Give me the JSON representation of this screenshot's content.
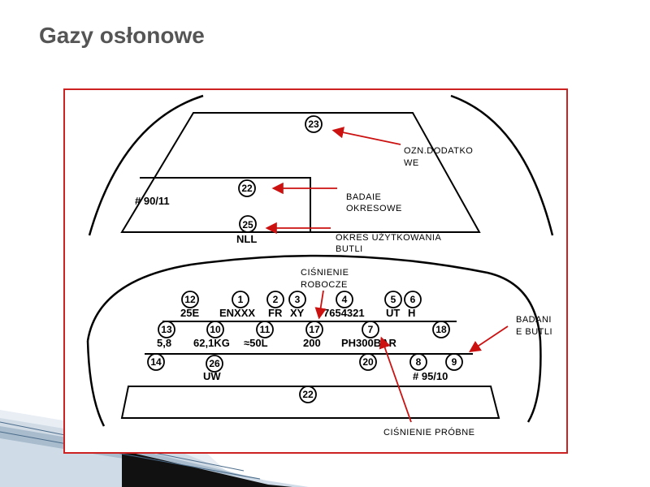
{
  "title": "Gazy osłonowe",
  "colors": {
    "frame": "#cc2222",
    "arrow": "#cc1111",
    "title": "#555555"
  },
  "upper_stamp": {
    "top_circle": "23",
    "test_circle": "22",
    "period_circle": "25",
    "period_value": "NLL",
    "test_mark": "# 90/11"
  },
  "stamp_row1": {
    "circles": [
      "12",
      "1",
      "2",
      "3",
      "4",
      "5",
      "6"
    ],
    "values": [
      "25E",
      "ENXXX",
      "FR",
      "XY",
      "7654321",
      "UT",
      "H"
    ]
  },
  "stamp_row2": {
    "circles": [
      "13",
      "10",
      "11",
      "17",
      "7",
      "18"
    ],
    "values": [
      "5,8",
      "62,1KG",
      "≈50L",
      "200",
      "PH300BAR"
    ]
  },
  "stamp_row3": {
    "circles": [
      "14",
      "26",
      "20",
      "8",
      "9"
    ],
    "values": [
      "UW",
      "# 95/10"
    ]
  },
  "bottom_circle": "22",
  "callouts": {
    "ozn_line1": "OZN.DODATKO",
    "ozn_line2": "WE",
    "badanie_line1": "BADAIE",
    "badanie_line2": "OKRESOWE",
    "okres_line1": "OKRES  UŻYTKOWANIA",
    "okres_line2": "BUTLI",
    "robocze_line1": "CIŚNIENIE",
    "robocze_line2": "ROBOCZE",
    "butli_line1": "BADANI",
    "butli_line2": "E BUTLI",
    "probne": "CIŚNIENIE PRÓBNE"
  }
}
